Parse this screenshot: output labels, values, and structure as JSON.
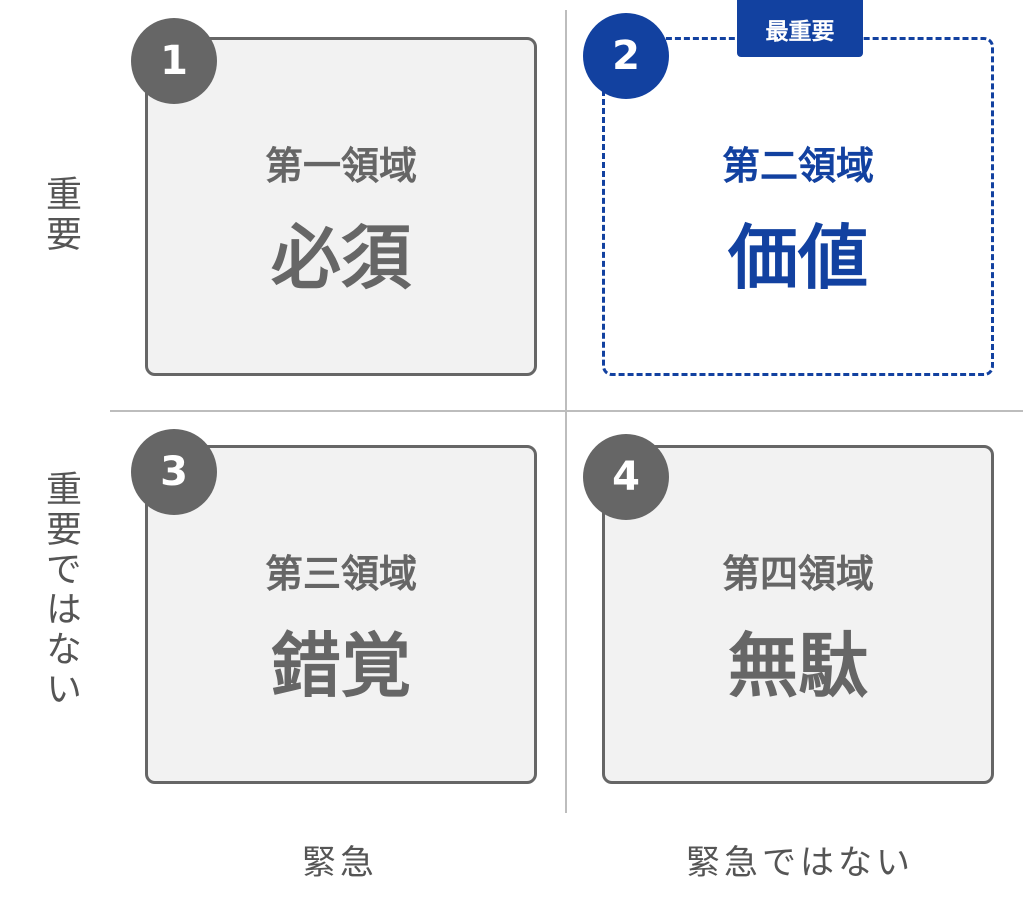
{
  "quadrants": [
    {
      "number": "1",
      "area": "第一領域",
      "name": "必須"
    },
    {
      "number": "2",
      "area": "第二領域",
      "name": "価値",
      "badge": "最重要"
    },
    {
      "number": "3",
      "area": "第三領域",
      "name": "錯覚"
    },
    {
      "number": "4",
      "area": "第四領域",
      "name": "無駄"
    }
  ],
  "axes": {
    "important": "重要",
    "not_important": "重要ではない",
    "urgent": "緊急",
    "not_urgent": "緊急ではない"
  },
  "colors": {
    "accent": "#1241a0",
    "neutral": "#666666"
  }
}
